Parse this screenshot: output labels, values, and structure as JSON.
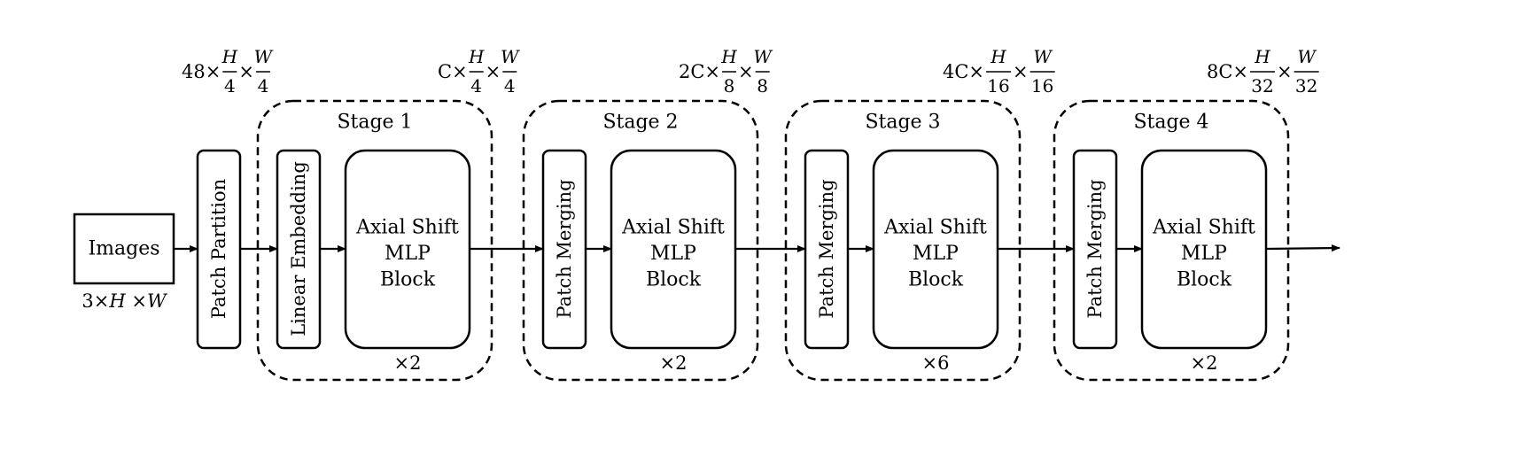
{
  "input": {
    "label": "Images",
    "dims": "3×H ×W",
    "dims_parts": [
      "3×",
      "H",
      " ×",
      "W"
    ]
  },
  "patch_partition": {
    "label": "Patch Partition"
  },
  "dims_labels": [
    {
      "prefix": "48×",
      "h_den": "4",
      "w_den": "4"
    },
    {
      "prefix": "C×",
      "h_den": "4",
      "w_den": "4"
    },
    {
      "prefix": "2C×",
      "h_den": "8",
      "w_den": "8"
    },
    {
      "prefix": "4C×",
      "h_den": "16",
      "w_den": "16"
    },
    {
      "prefix": "8C×",
      "h_den": "32",
      "w_den": "32"
    }
  ],
  "fraction_symbols": {
    "h": "H",
    "w": "W",
    "times": "×"
  },
  "stages": [
    {
      "title": "Stage 1",
      "entry_block": "Linear Embedding",
      "main_block": [
        "Axial Shift",
        "MLP",
        "Block"
      ],
      "repeat": "×2"
    },
    {
      "title": "Stage 2",
      "entry_block": "Patch Merging",
      "main_block": [
        "Axial Shift",
        "MLP",
        "Block"
      ],
      "repeat": "×2"
    },
    {
      "title": "Stage 3",
      "entry_block": "Patch Merging",
      "main_block": [
        "Axial Shift",
        "MLP",
        "Block"
      ],
      "repeat": "×6"
    },
    {
      "title": "Stage 4",
      "entry_block": "Patch Merging",
      "main_block": [
        "Axial Shift",
        "MLP",
        "Block"
      ],
      "repeat": "×2"
    }
  ]
}
